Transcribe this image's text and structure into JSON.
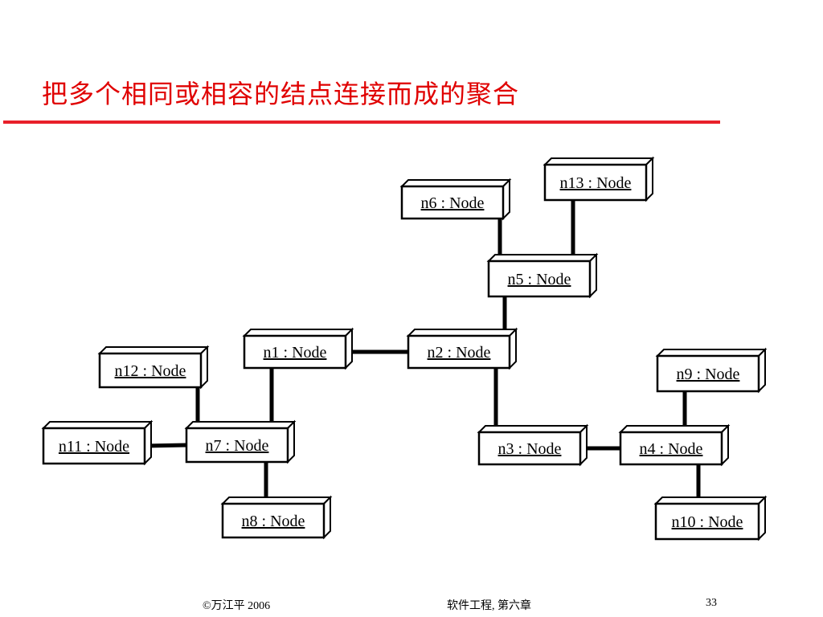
{
  "slide": {
    "title": "把多个相同或相容的结点连接而成的聚合",
    "footer_left": "©万江平  2006",
    "footer_center": "软件工程, 第六章",
    "page_number": "33"
  },
  "diagram": {
    "nodes": [
      {
        "id": "n1",
        "label": "n1 : Node"
      },
      {
        "id": "n2",
        "label": "n2 : Node"
      },
      {
        "id": "n3",
        "label": "n3 : Node"
      },
      {
        "id": "n4",
        "label": "n4 : Node"
      },
      {
        "id": "n5",
        "label": "n5 : Node"
      },
      {
        "id": "n6",
        "label": "n6 : Node"
      },
      {
        "id": "n7",
        "label": "n7 : Node"
      },
      {
        "id": "n8",
        "label": "n8 : Node"
      },
      {
        "id": "n9",
        "label": "n9 : Node"
      },
      {
        "id": "n10",
        "label": "n10 : Node"
      },
      {
        "id": "n11",
        "label": "n11 : Node"
      },
      {
        "id": "n12",
        "label": "n12 : Node"
      },
      {
        "id": "n13",
        "label": "n13 : Node"
      }
    ],
    "links": [
      [
        "n1",
        "n2"
      ],
      [
        "n1",
        "n7"
      ],
      [
        "n2",
        "n5"
      ],
      [
        "n2",
        "n3"
      ],
      [
        "n5",
        "n6"
      ],
      [
        "n5",
        "n13"
      ],
      [
        "n7",
        "n12"
      ],
      [
        "n7",
        "n11"
      ],
      [
        "n7",
        "n8"
      ],
      [
        "n3",
        "n4"
      ],
      [
        "n4",
        "n9"
      ],
      [
        "n4",
        "n10"
      ]
    ]
  }
}
